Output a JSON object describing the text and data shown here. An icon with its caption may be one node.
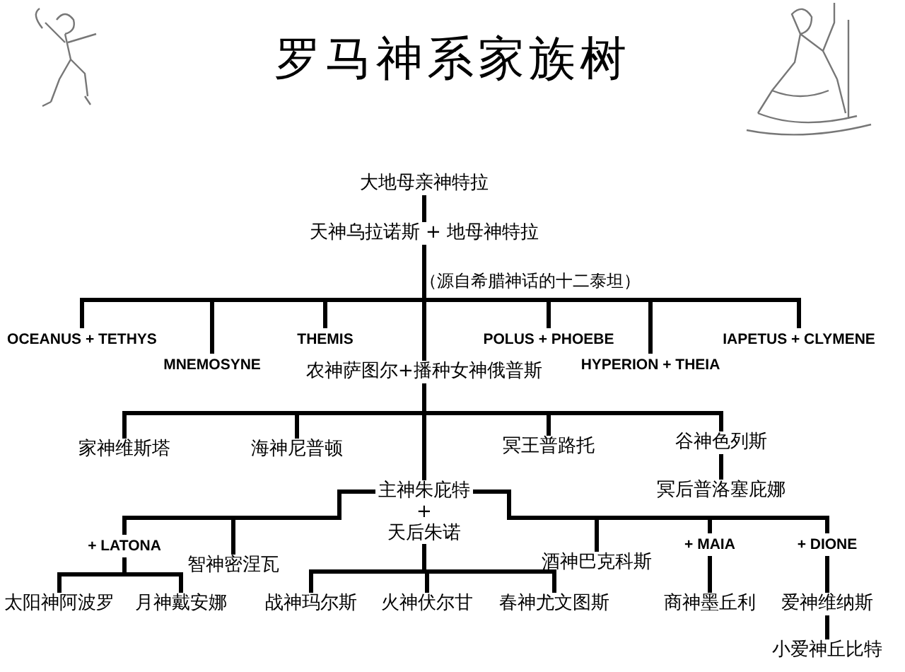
{
  "diagram": {
    "title": "罗马神系家族树",
    "nodes": [
      {
        "text": [
          "大地母亲神特拉"
        ]
      },
      {
        "text": [
          "天神乌拉诺斯 + 地母神特拉"
        ]
      },
      {
        "text": [
          "OCEANUS + TETHYS"
        ]
      },
      {
        "text": [
          "MNEMOSYNE"
        ]
      },
      {
        "text": [
          "THEMIS"
        ]
      },
      {
        "text": [
          "农神萨图尔+播种女神俄普斯"
        ]
      },
      {
        "text": [
          "POLUS + PHOEBE"
        ]
      },
      {
        "text": [
          "HYPERION + THEIA"
        ]
      },
      {
        "text": [
          "IAPETUS + CLYMENE"
        ]
      },
      {
        "text": [
          "家神维斯塔"
        ]
      },
      {
        "text": [
          "海神尼普顿"
        ]
      },
      {
        "text": [
          "主神朱庇特 + 天后朱诺"
        ]
      },
      {
        "text": [
          "冥王普路托"
        ]
      },
      {
        "text": [
          "谷神色列斯"
        ]
      },
      {
        "text": [
          "冥后普洛塞庇娜"
        ]
      },
      {
        "text": [
          "+ LATONA"
        ]
      },
      {
        "text": [
          "智神密涅瓦"
        ]
      },
      {
        "text": [
          "酒神巴克科斯"
        ]
      },
      {
        "text": [
          "+ MAIA"
        ]
      },
      {
        "text": [
          "+ DIONE"
        ]
      },
      {
        "text": [
          "太阳神阿波罗"
        ]
      },
      {
        "text": [
          "月神戴安娜"
        ]
      },
      {
        "text": [
          "战神玛尔斯"
        ]
      },
      {
        "text": [
          "火神伏尔甘"
        ]
      },
      {
        "text": [
          "春神尤文图斯"
        ]
      },
      {
        "text": [
          "商神墨丘利"
        ]
      },
      {
        "text": [
          "爱神维纳斯"
        ]
      },
      {
        "text": [
          "小爱神丘比特"
        ]
      }
    ],
    "edges": [
      {
        "from": 0,
        "to": 1,
        "arrow": "none"
      },
      {
        "from": 1,
        "to": 2,
        "arrow": "none"
      },
      {
        "from": 1,
        "to": 3,
        "arrow": "none"
      },
      {
        "from": 1,
        "to": 4,
        "arrow": "none"
      },
      {
        "from": 1,
        "to": 5,
        "arrow": "none"
      },
      {
        "from": 1,
        "to": 6,
        "arrow": "none"
      },
      {
        "from": 1,
        "to": 7,
        "arrow": "none"
      },
      {
        "from": 1,
        "to": 8,
        "arrow": "none"
      },
      {
        "from": 5,
        "to": 9,
        "arrow": "none"
      },
      {
        "from": 5,
        "to": 10,
        "arrow": "none"
      },
      {
        "from": 5,
        "to": 11,
        "arrow": "none"
      },
      {
        "from": 5,
        "to": 12,
        "arrow": "none"
      },
      {
        "from": 5,
        "to": 13,
        "arrow": "none"
      },
      {
        "from": 13,
        "to": 14,
        "arrow": "none"
      },
      {
        "from": 11,
        "to": 15,
        "arrow": "none"
      },
      {
        "from": 11,
        "to": 16,
        "arrow": "none"
      },
      {
        "from": 11,
        "to": 17,
        "arrow": "none"
      },
      {
        "from": 11,
        "to": 18,
        "arrow": "none"
      },
      {
        "from": 11,
        "to": 19,
        "arrow": "none"
      },
      {
        "from": 15,
        "to": 20,
        "arrow": "none"
      },
      {
        "from": 15,
        "to": 21,
        "arrow": "none"
      },
      {
        "from": 11,
        "to": 22,
        "arrow": "none"
      },
      {
        "from": 11,
        "to": 23,
        "arrow": "none"
      },
      {
        "from": 11,
        "to": 24,
        "arrow": "none"
      },
      {
        "from": 18,
        "to": 25,
        "arrow": "none"
      },
      {
        "from": 19,
        "to": 26,
        "arrow": "none"
      },
      {
        "from": 26,
        "to": 27,
        "arrow": "none"
      }
    ],
    "labels": [
      "（源自希腊神话的十二泰坦）"
    ]
  }
}
